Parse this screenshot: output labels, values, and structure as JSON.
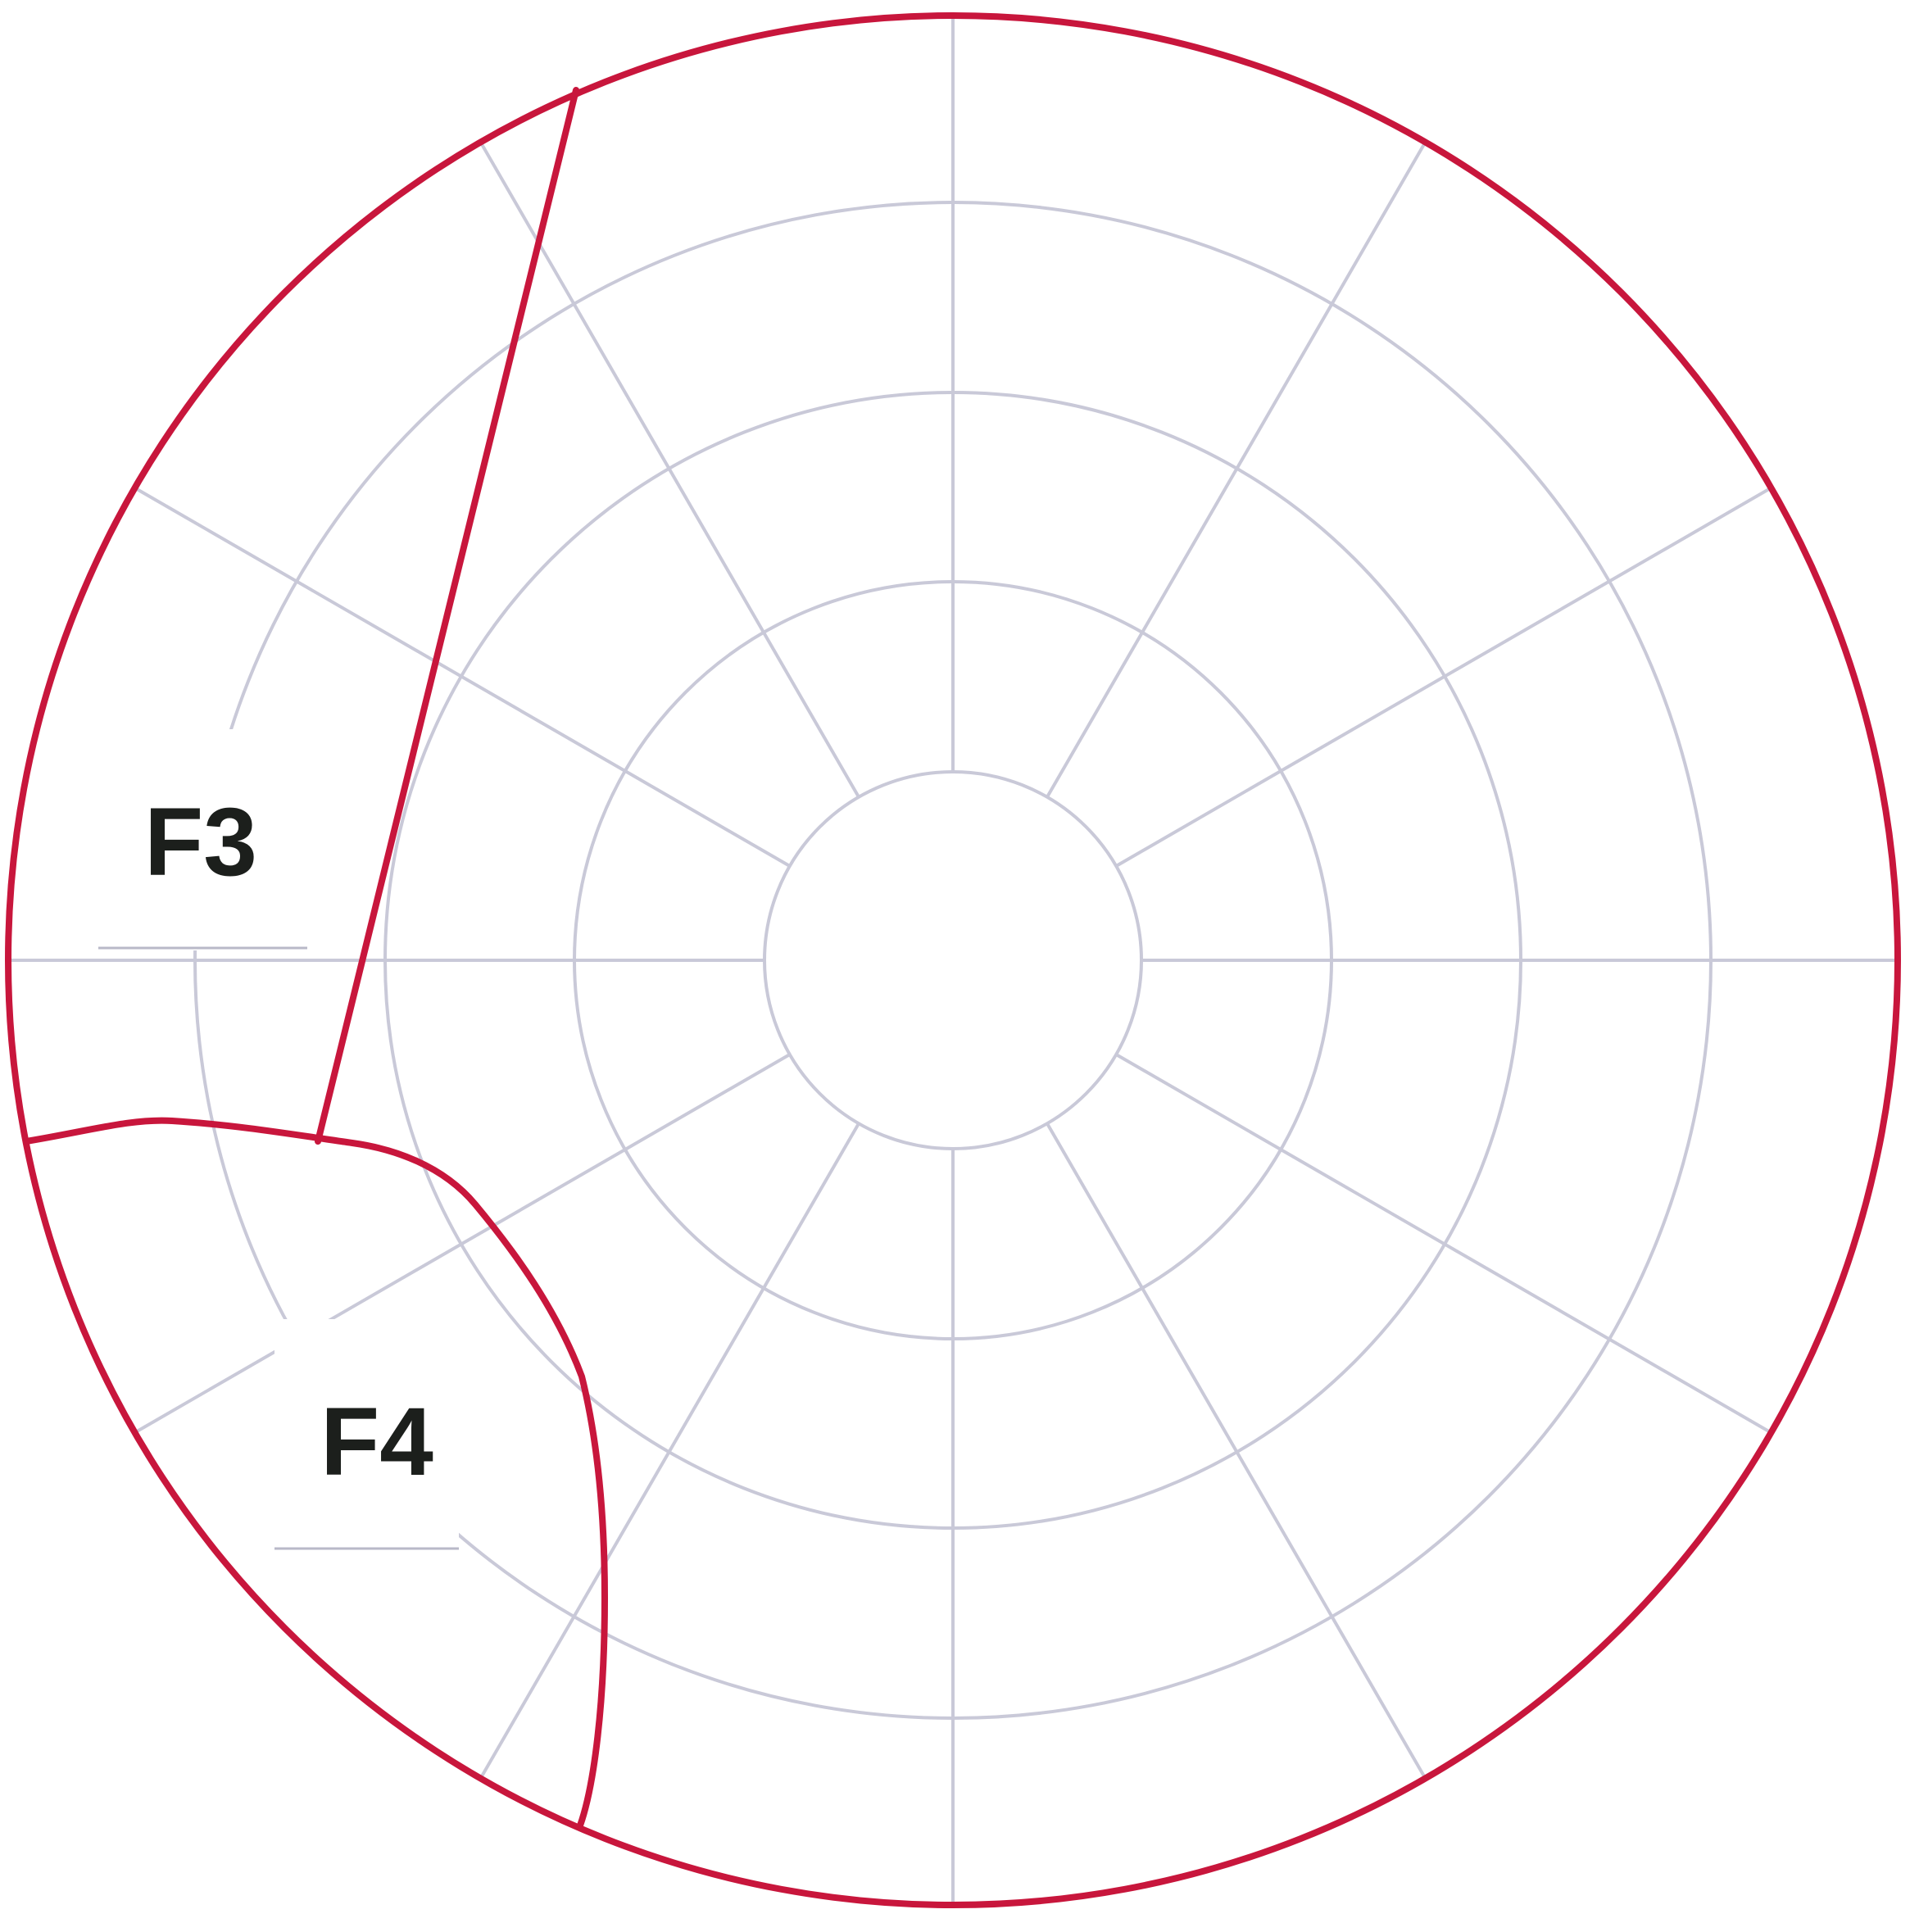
{
  "regions": [
    {
      "id": "f3",
      "label": "F3"
    },
    {
      "id": "f4",
      "label": "F4"
    }
  ],
  "colors": {
    "boundary": "#c8163c",
    "grid": "#c9c9d8",
    "label": "#1c1f1c",
    "background": "#ffffff"
  },
  "grid": {
    "ring_count": 5,
    "spoke_count": 12
  }
}
